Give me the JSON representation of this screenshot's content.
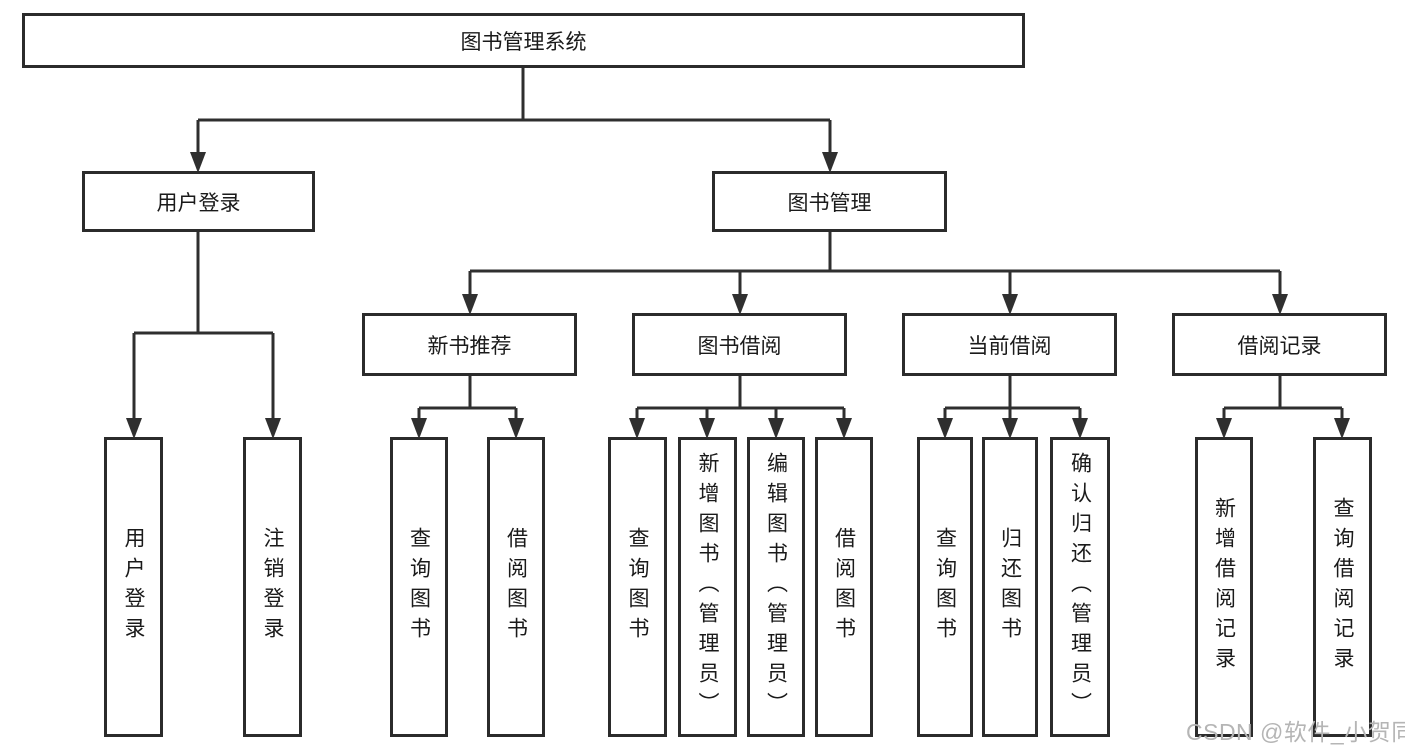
{
  "tree": {
    "root": {
      "label": "图书管理系统",
      "children": [
        {
          "label": "用户登录",
          "children": [
            {
              "label": "用户登录"
            },
            {
              "label": "注销登录"
            }
          ]
        },
        {
          "label": "图书管理",
          "children": [
            {
              "label": "新书推荐",
              "children": [
                {
                  "label": "查询图书"
                },
                {
                  "label": "借阅图书"
                }
              ]
            },
            {
              "label": "图书借阅",
              "children": [
                {
                  "label": "查询图书"
                },
                {
                  "label": "新增图书（管理员）"
                },
                {
                  "label": "编辑图书（管理员）"
                },
                {
                  "label": "借阅图书"
                }
              ]
            },
            {
              "label": "当前借阅",
              "children": [
                {
                  "label": "查询图书"
                },
                {
                  "label": "归还图书"
                },
                {
                  "label": "确认归还（管理员）"
                }
              ]
            },
            {
              "label": "借阅记录",
              "children": [
                {
                  "label": "新增借阅记录"
                },
                {
                  "label": "查询借阅记录"
                }
              ]
            }
          ]
        }
      ]
    }
  },
  "watermark": "CSDN @软件_小贺同学",
  "colors": {
    "line": "#2f2f2f",
    "box_border": "#2b2b2b",
    "text": "#1a1a1a",
    "watermark": "#b5b5b5",
    "background": "#ffffff"
  }
}
